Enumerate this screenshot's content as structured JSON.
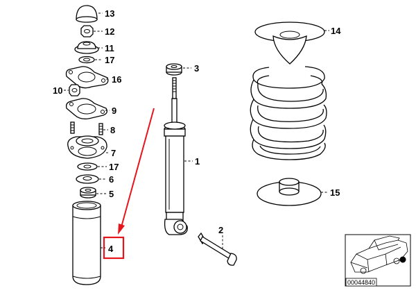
{
  "callouts": {
    "p1": "1",
    "p2": "2",
    "p3": "3",
    "p4": "4",
    "p5": "5",
    "p6": "6",
    "p7": "7",
    "p8": "8",
    "p9": "9",
    "p10": "10",
    "p11": "11",
    "p12": "12",
    "p13": "13",
    "p14": "14",
    "p15": "15",
    "p16": "16",
    "p17a": "17",
    "p17b": "17"
  },
  "thumbnail": {
    "code": "00044840"
  },
  "colors": {
    "highlight": "#e8141c",
    "line": "#000000",
    "fill": "#ffffff"
  },
  "icons": [
    "red-arrow",
    "highlight-box",
    "car-thumbnail"
  ]
}
